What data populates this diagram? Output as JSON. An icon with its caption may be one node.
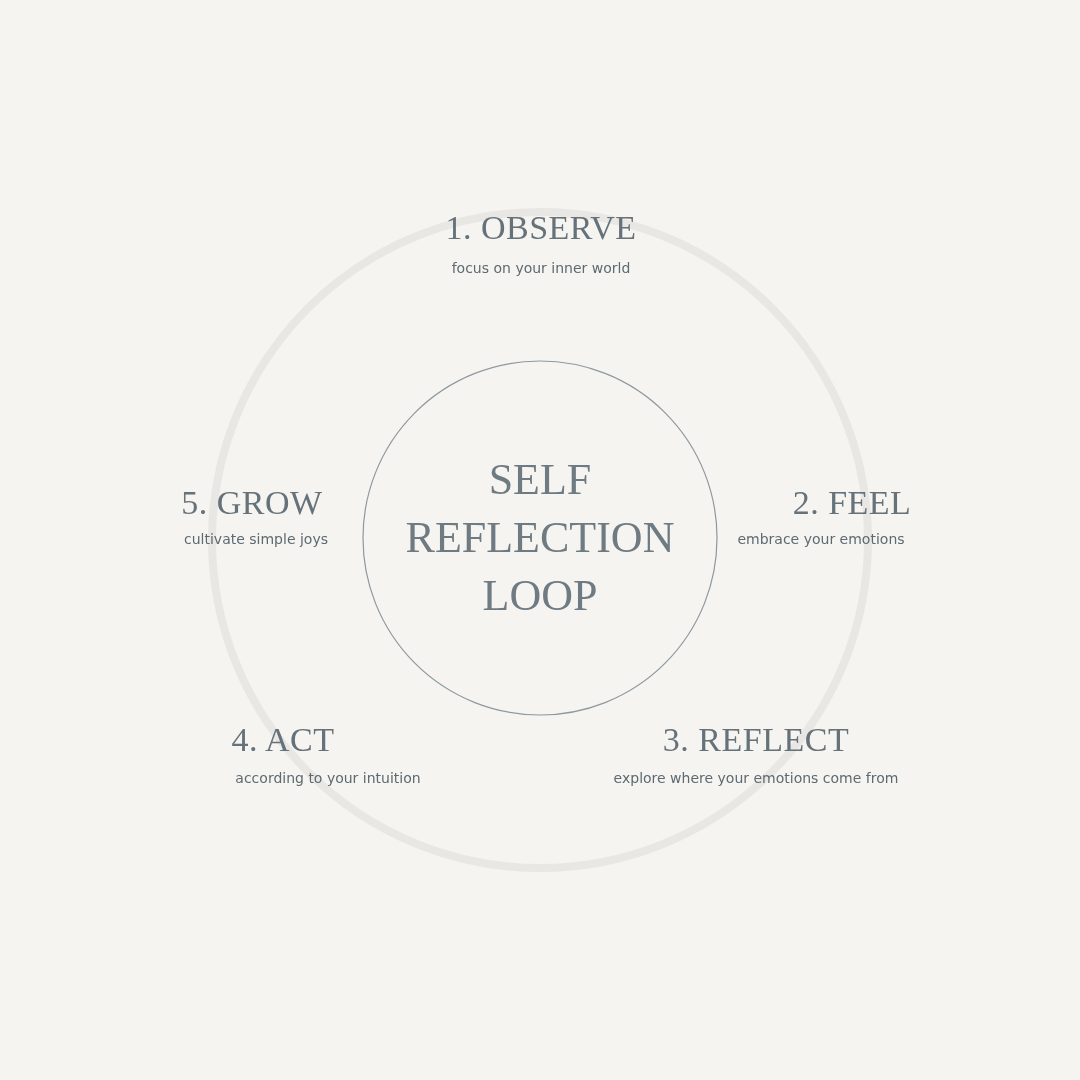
{
  "diagram": {
    "nodes": [
      {
        "text": [
          "SELF REFLECTION LOOP"
        ]
      }
    ],
    "labels": [
      "1. OBSERVE",
      "focus on your inner world",
      "5. GROW",
      "2. FEEL",
      "cultivate simple joys",
      "embrace your emotions",
      "4. ACT",
      "3. REFLECT",
      "according to your intuition",
      "explore where your emotions come from"
    ]
  }
}
